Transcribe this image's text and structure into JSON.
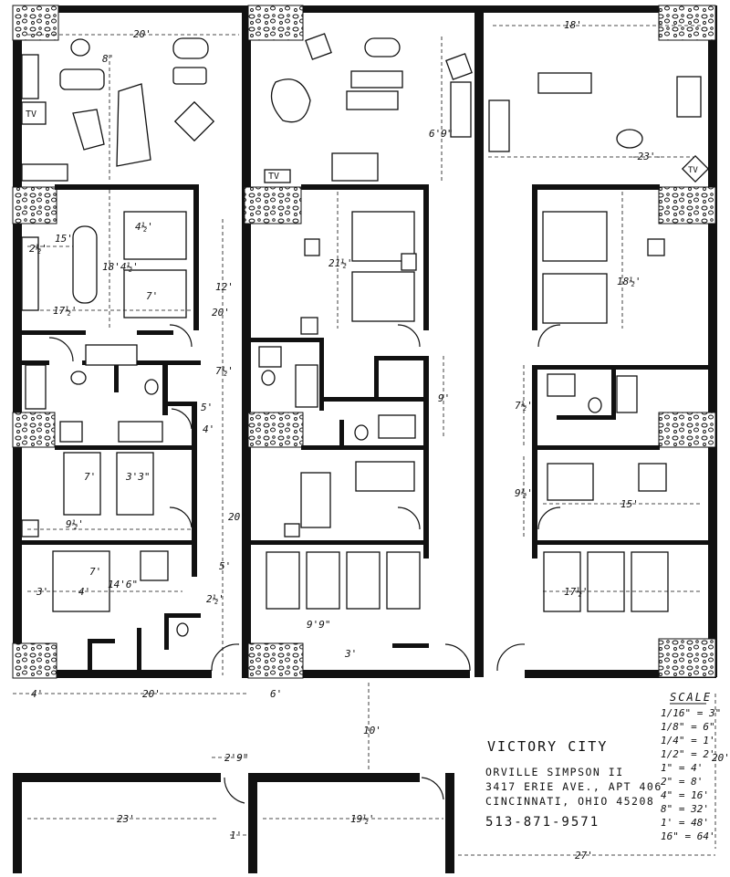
{
  "title_block": {
    "project": "VICTORY CITY",
    "designer": "ORVILLE SIMPSON II",
    "street": "3417 ERIE AVE., APT 406",
    "city": "CINCINNATI, OHIO 45208",
    "phone": "513-871-9571"
  },
  "scale_block": {
    "heading": "SCALE",
    "entries": [
      "1/16\" = 3\"",
      "1/8\" = 6\"",
      "1/4\" = 1'",
      "1/2\" = 2'",
      "1\" = 4'",
      "2\" = 8'",
      "4\" = 16'",
      "8\" = 32'",
      "1' = 48'",
      "16\" = 64'"
    ]
  },
  "dimensions": {
    "d_20_top": "20'",
    "d_8": "8'",
    "d_18_top": "18'",
    "d_6_9": "6'9\"",
    "d_23_top": "-23'-",
    "d_15": "15'",
    "d_4_half": "4½'",
    "d_2_half_a": "2½'",
    "d_18_4": "18'4½'",
    "d_7_a": "7'",
    "d_17_half_a": "17½'",
    "d_21_half": "21½'",
    "d_18_half": "18½'",
    "d_12": "12'",
    "d_20_mid": "20'",
    "d_7_half_a": "7½'",
    "d_5": "5'",
    "d_4_mid": "4'",
    "d_9": "9'",
    "d_7_half_b": "7½'",
    "d_7_b": "7'",
    "d_3_3": "3'3\"",
    "d_9_half_a": "9½'",
    "d_20_low": "20'",
    "d_9_half_b": "9½'",
    "d_15_b": "15'",
    "d_5_b": "5'",
    "d_7_c": "7'",
    "d_14_6": "14'6\"",
    "d_3_a": "3'",
    "d_4_low": "4'",
    "d_2_half_b": "2½'",
    "d_9_9": "9'9\"",
    "d_3_b": "3'",
    "d_17_half_b": "17½'",
    "d_4_bottom": "4'",
    "d_20_bottom": "20'",
    "d_6_bottom": "6'",
    "d_10": "10'",
    "d_2_9": "2'9\"",
    "d_23_bottom": "23'",
    "d_19_half": "19½'",
    "d_1": "1'",
    "d_20_right": "20'",
    "d_27": "27'"
  },
  "labels": {
    "tv": "TV"
  }
}
